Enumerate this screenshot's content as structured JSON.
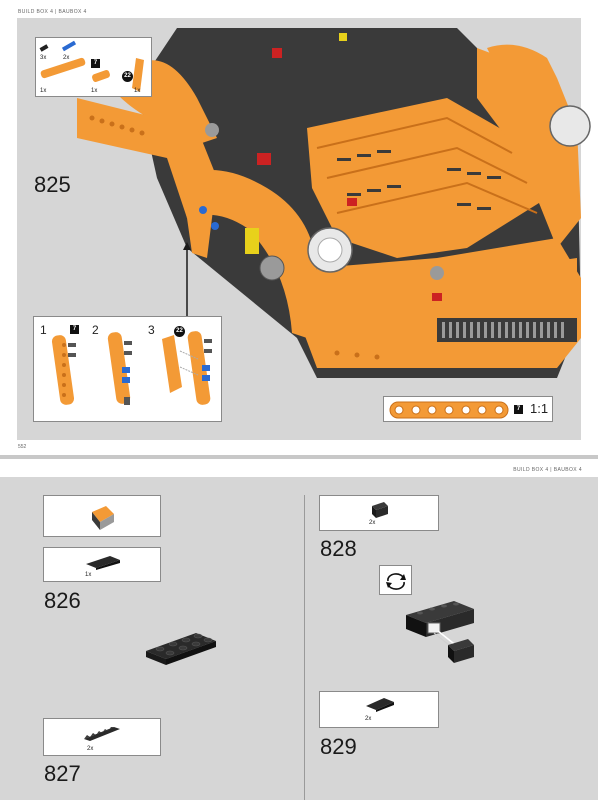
{
  "top_page": {
    "header": "BUILD BOX 4 | BAUBOX 4",
    "page_number": "552",
    "step": "825",
    "parts_list": [
      {
        "qty": "3x",
        "part": "black-pin"
      },
      {
        "qty": "2x",
        "part": "blue-axle-pin"
      },
      {
        "qty": "1x",
        "part": "orange-beam-7"
      },
      {
        "qty": "1x",
        "part": "orange-beam-small"
      },
      {
        "qty": "1x",
        "part": "orange-panel-22"
      }
    ],
    "parts_badges": [
      "7",
      "22"
    ],
    "sub_steps": [
      {
        "num": "1",
        "badge": "7"
      },
      {
        "num": "2",
        "badge": ""
      },
      {
        "num": "3",
        "badge": "22"
      }
    ],
    "scale_badge": "7",
    "scale_label": "1:1"
  },
  "bottom_page": {
    "header": "BUILD BOX 4 | BAUBOX 4",
    "steps": [
      {
        "num": "826",
        "parts_qty": "1x"
      },
      {
        "num": "827",
        "parts_qty": "2x"
      },
      {
        "num": "828",
        "parts_qty": "2x"
      },
      {
        "num": "829",
        "parts_qty": "2x"
      }
    ],
    "rotate_icon": "rotate-arrows-icon"
  },
  "colors": {
    "orange": "#f39a36",
    "orange_dark": "#c9701a",
    "black": "#2a2a2a",
    "grey_bg": "#d6d6d6",
    "blue": "#2a6ad1"
  }
}
